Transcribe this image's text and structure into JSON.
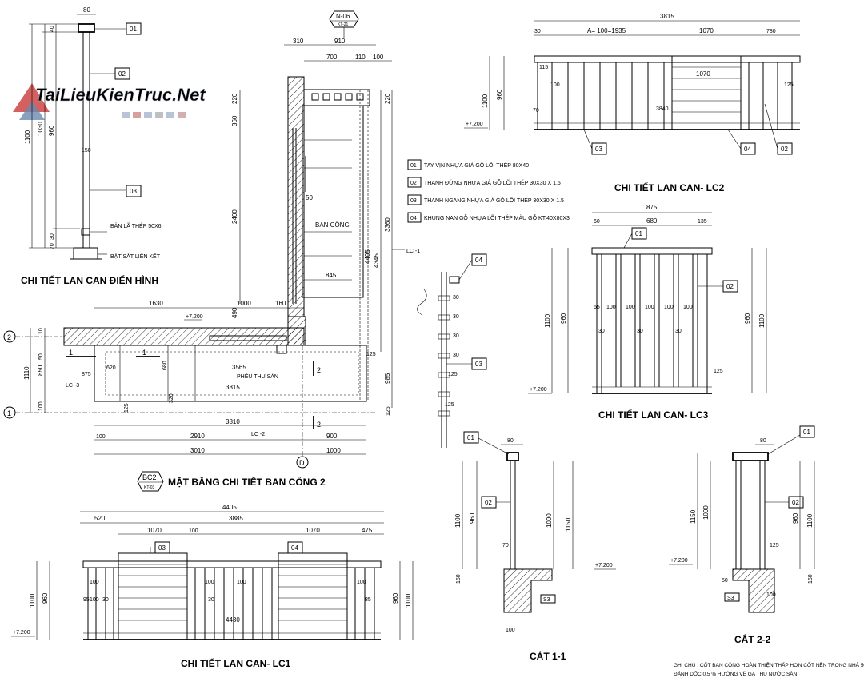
{
  "watermark": {
    "text": "TaiLieuKienTruc.Net"
  },
  "titles": {
    "typical": "CHI TIẾT LAN CAN ĐIỂN HÌNH",
    "plan": "MẶT BẰNG CHI TIẾT BAN CÔNG 2",
    "plan_tag_top": "BC2",
    "plan_tag_bottom": "KT-03",
    "lc1": "CHI TIẾT LAN CAN- LC1",
    "lc2": "CHI TIẾT LAN CAN- LC2",
    "lc3": "CHI TIẾT LAN CAN- LC3",
    "cut11": "CẮT 1-1",
    "cut22": "CẮT 2-2"
  },
  "section_tag": {
    "top": "N-06",
    "bottom": "KT-21"
  },
  "legend": [
    {
      "code": "01",
      "text": "TAY VỊN NHỰA GIẢ GỖ LÕI THÉP 80X40"
    },
    {
      "code": "02",
      "text": "THANH ĐỨNG NHỰA GIẢ GỖ LÕI THÉP 30X30 X 1.5"
    },
    {
      "code": "03",
      "text": "THANH NGANG NHỰA GIẢ GỖ LÕI THÉP 30X30 X 1.5"
    },
    {
      "code": "04",
      "text": "KHUNG NAN GỖ NHỰA LÕI THÉP MÀU GỖ KT:40X80X3"
    }
  ],
  "typical_notes": {
    "plate": "BẢN LÃ THÉP 50X6",
    "anchor": "BẬT SẮT LIÊN KẾT"
  },
  "plan_labels": {
    "balcony": "BAN CÔNG",
    "drain": "PHỄU THU SÀN",
    "lc1": "LC -1",
    "lc2": "LC -2",
    "lc3": "LC -3",
    "level": "+7.200",
    "grid_2": "2",
    "grid_1": "1",
    "grid_d": "D"
  },
  "dims": {
    "typ_80": "80",
    "typ_40": "40",
    "typ_1100": "1100",
    "typ_1030": "1030",
    "typ_960": "960",
    "typ_150": "150",
    "typ_30": "30",
    "typ_70": "70",
    "p_310": "310",
    "p_910": "910",
    "p_700": "700",
    "p_110": "110",
    "p_100": "100",
    "p_220": "220",
    "p_360": "360",
    "p_2400": "2400",
    "p_3360": "3360",
    "p_4405": "4405",
    "p_4345": "4345",
    "p_50": "50",
    "p_845": "845",
    "p_1630": "1630",
    "p_1000": "1000",
    "p_160": "160",
    "p_490": "490",
    "p_3565": "3565",
    "p_3815": "3815",
    "p_3810": "3810",
    "p_2910": "2910",
    "p_900": "900",
    "p_3010": "3010",
    "p_1110": "1110",
    "p_850": "850",
    "p_875": "875",
    "p_620": "620",
    "p_680": "680",
    "p_320": "320",
    "p_125": "125",
    "p_985": "985",
    "p_10": "10",
    "lc2_3815": "3815",
    "lc2_a": "A= 100=1935",
    "lc2_1070": "1070",
    "lc2_780": "780",
    "lc2_115": "115",
    "lc2_3840": "3840",
    "lc2_1100": "1100",
    "lc2_960": "960",
    "lc3_875": "875",
    "lc3_60": "60",
    "lc3_680": "680",
    "lc3_135": "135",
    "lc3_65": "65",
    "lc3_125": "125",
    "lc1_4405": "4405",
    "lc1_520": "520",
    "lc1_3885": "3885",
    "lc1_1070": "1070",
    "lc1_475": "475",
    "lc1_4430": "4430",
    "lc1_95": "95",
    "lc1_85": "85",
    "c1_80": "80",
    "c1_1150": "1150",
    "c1_1000": "1000",
    "c1_70": "70",
    "c1_150": "150",
    "c1_100": "100",
    "c1_s3": "S3",
    "c2_125": "125",
    "c2_50": "50"
  },
  "note": {
    "line1": "GHI CHÚ : CỐT BAN CÔNG HOÀN THIỆN THẤP HƠN CỐT NỀN TRONG NHÀ 50 MM",
    "line2": "ĐÁNH DỐC 0.5 % HƯỚNG VỀ GA THU NƯỚC SÀN"
  }
}
